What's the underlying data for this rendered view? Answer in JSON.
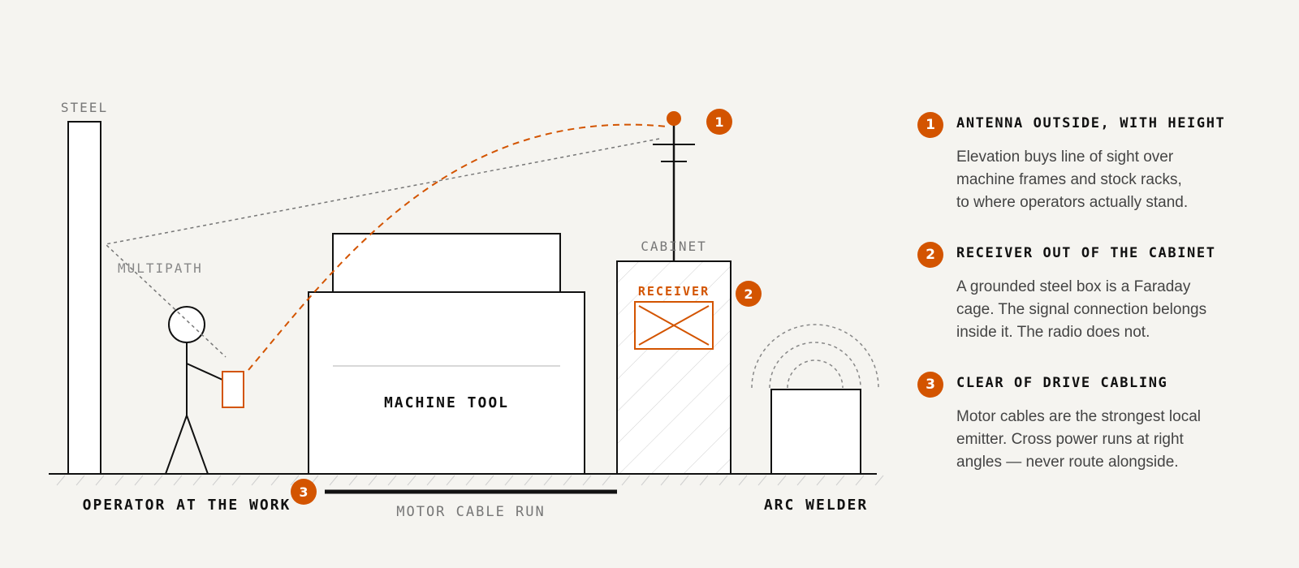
{
  "diagram": {
    "labels": {
      "steel": "STEEL",
      "multipath": "MULTIPATH",
      "cabinet": "CABINET",
      "receiver": "RECEIVER",
      "machine_tool": "MACHINE TOOL",
      "operator": "OPERATOR AT THE WORK",
      "motor_cable_run": "MOTOR CABLE RUN",
      "arc_welder": "ARC WELDER"
    },
    "markers": [
      "1",
      "2",
      "3"
    ]
  },
  "callouts": [
    {
      "number": "1",
      "title": "ANTENNA OUTSIDE, WITH HEIGHT",
      "body": "Elevation buys line of sight over\nmachine frames and stock racks,\nto where operators actually stand."
    },
    {
      "number": "2",
      "title": "RECEIVER OUT OF THE CABINET",
      "body": "A grounded steel box is a Faraday\ncage. The signal connection belongs\ninside it. The radio does not."
    },
    {
      "number": "3",
      "title": "CLEAR OF DRIVE CABLING",
      "body": "Motor cables are the strongest local\nemitter. Cross power runs at right\nangles — never route alongside."
    }
  ],
  "colors": {
    "accent": "#d35400",
    "ink": "#111111",
    "muted": "#777777",
    "background": "#f5f4f0"
  }
}
